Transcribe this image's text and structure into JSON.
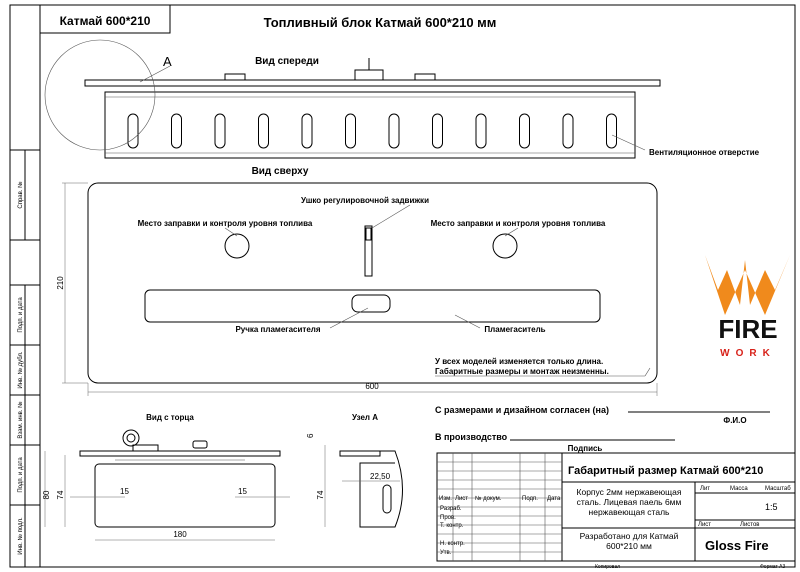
{
  "header": {
    "model_box": "Катмай 600*210",
    "title": "Топливный блок Катмай 600*210 мм"
  },
  "views": {
    "front": "Вид спереди",
    "detail_marker": "А",
    "vent_label": "Вентиляционное отверстие",
    "top": "Вид сверху",
    "damper_label": "Ушко регулировочной задвижки",
    "fill_left": "Место заправки и контроля уровня топлива",
    "fill_right": "Место заправки и контроля уровня топлива",
    "handle_label": "Ручка пламегасителя",
    "extinguisher_label": "Пламегаситель",
    "dim_height": "210",
    "dim_width": "600",
    "note_line1": "У всех моделей изменяется только длина.",
    "note_line2": "Габаритные размеры и монтаж неизменны.",
    "end": "Вид с торца",
    "end_dims": {
      "h80": "80",
      "h74": "74",
      "l15": "15",
      "r15": "15",
      "w180": "180"
    },
    "node": "Узел А",
    "node_dims": {
      "d6": "6",
      "d74": "74",
      "d22": "22,50"
    }
  },
  "approval": {
    "agreed": "С размерами и дизайном согласен (на)",
    "fio": "Ф.И.О",
    "production": "В производство",
    "signature": "Подпись"
  },
  "title_block": {
    "name": "Габаритный размер Катмай 600*210",
    "headers": [
      "Изм.",
      "Лист",
      "№ докум.",
      "Подп.",
      "Дата"
    ],
    "roles": [
      "Разраб.",
      "Пров.",
      "Т. контр.",
      "",
      "Н. контр.",
      "Утв."
    ],
    "material": "Корпус 2мм нержавеющая сталь. Лицевая паель 6мм нержавеющая сталь",
    "developed": "Разработано для Катмай 600*210 мм",
    "lit": "Лит",
    "mass": "Масса",
    "scale": "Масштаб",
    "scale_value": "1:5",
    "sheet": "Лист",
    "sheets": "Листов",
    "company": "Gloss Fire",
    "copied": "Копировал",
    "format": "Формат А3"
  },
  "side_strip": [
    "Справ. №",
    "Подп. и дата",
    "Инв. № дубл.",
    "Взам. инв. №",
    "Подп. и дата",
    "Инв. № подл."
  ],
  "logo": {
    "text": "FIRE",
    "sub": "WORK"
  }
}
